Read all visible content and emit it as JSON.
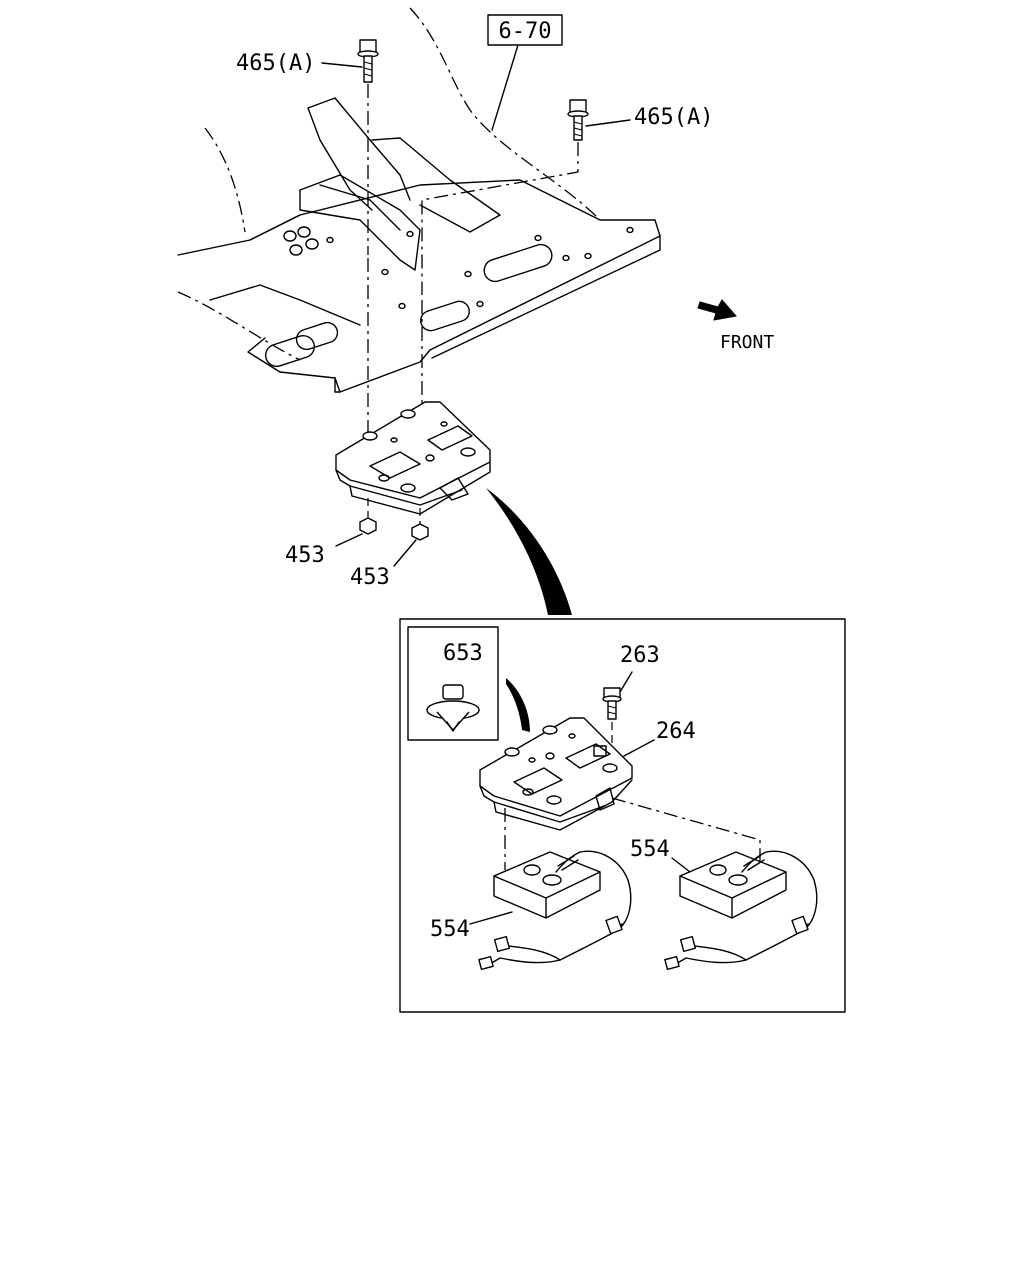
{
  "reference_box": {
    "text": "6-70"
  },
  "callouts": {
    "bolt_upper_left": "465(A)",
    "bolt_upper_right": "465(A)",
    "nut_left": "453",
    "nut_right": "453",
    "clip": "653",
    "screw": "263",
    "bracket": "264",
    "sensor_right": "554",
    "sensor_left": "554"
  },
  "direction_label": "FRONT"
}
